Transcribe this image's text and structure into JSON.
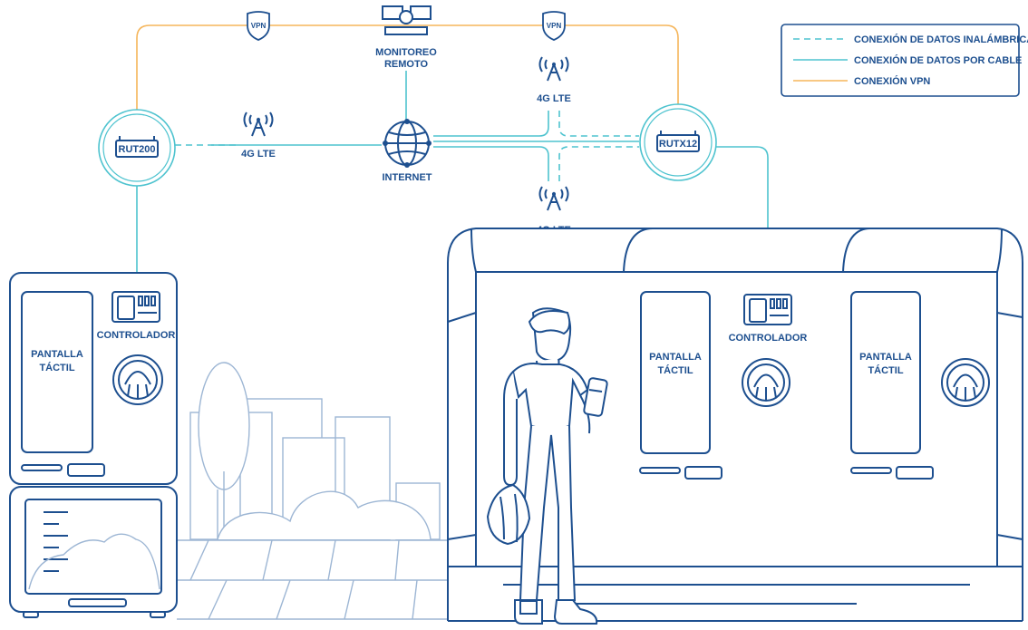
{
  "colors": {
    "primary": "#1d4f8f",
    "data_link": "#4ec3cf",
    "vpn_link": "#f5b55a",
    "light_outline": "#9db6d4"
  },
  "legend": {
    "wireless": "CONEXIÓN DE DATOS INALÁMBRICA",
    "cable": "CONEXIÓN DE DATOS POR CABLE",
    "vpn": "CONEXIÓN VPN"
  },
  "nodes": {
    "monitoring_line1": "MONITOREO",
    "monitoring_line2": "REMOTO",
    "internet": "INTERNET",
    "router_left": "RUT200",
    "router_right": "RUTX12",
    "lte": "4G LTE",
    "vpn": "VPN"
  },
  "left_machine": {
    "screen_line1": "PANTALLA",
    "screen_line2": "TÁCTIL",
    "controller": "CONTROLADOR"
  },
  "right_machine": {
    "screen_line1": "PANTALLA",
    "screen_line2": "TÁCTIL",
    "controller": "CONTROLADOR"
  },
  "icons": [
    "vpn-shield-icon",
    "satellite-icon",
    "globe-icon",
    "cell-tower-icon",
    "router-icon",
    "controller-icon",
    "bottle-intake-icon",
    "person-illustration"
  ]
}
